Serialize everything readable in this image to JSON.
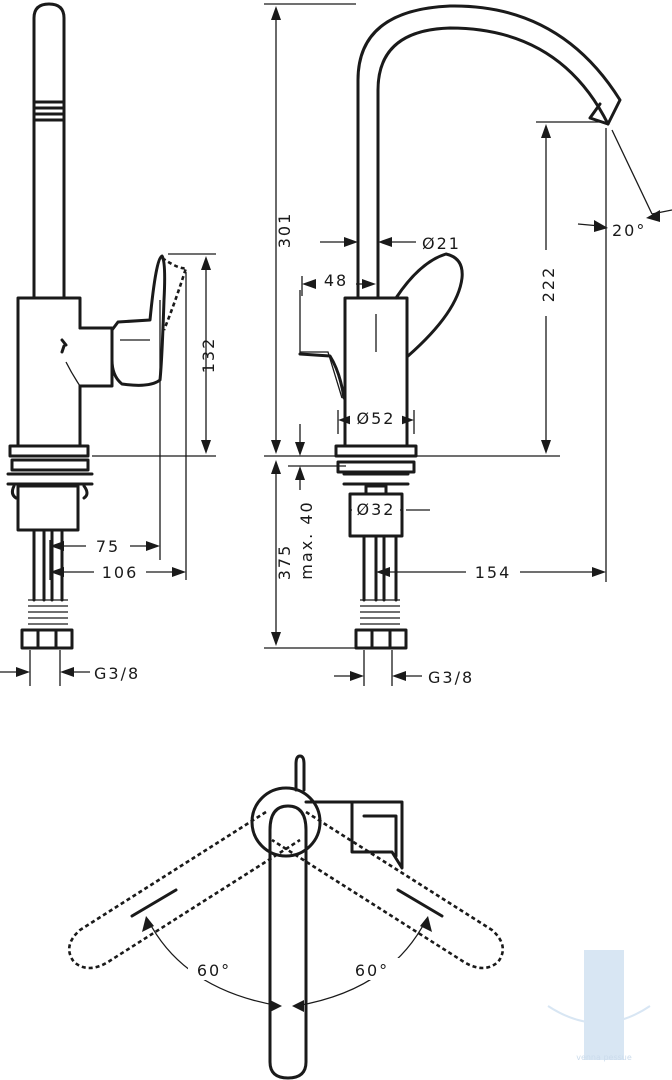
{
  "dimensions": {
    "d301": "301",
    "d222": "222",
    "d132": "132",
    "d375": "375",
    "d40": "max. 40",
    "d48": "48",
    "d154": "154",
    "d75": "75",
    "d106": "106",
    "dia21": "Ø21",
    "dia52": "Ø52",
    "dia32": "Ø32",
    "g38_left": "G3/8",
    "g38_right": "G3/8",
    "angle20": "20°",
    "angle60_left": "60°",
    "angle60_right": "60°"
  },
  "watermark": {
    "text": "venna pessue"
  }
}
